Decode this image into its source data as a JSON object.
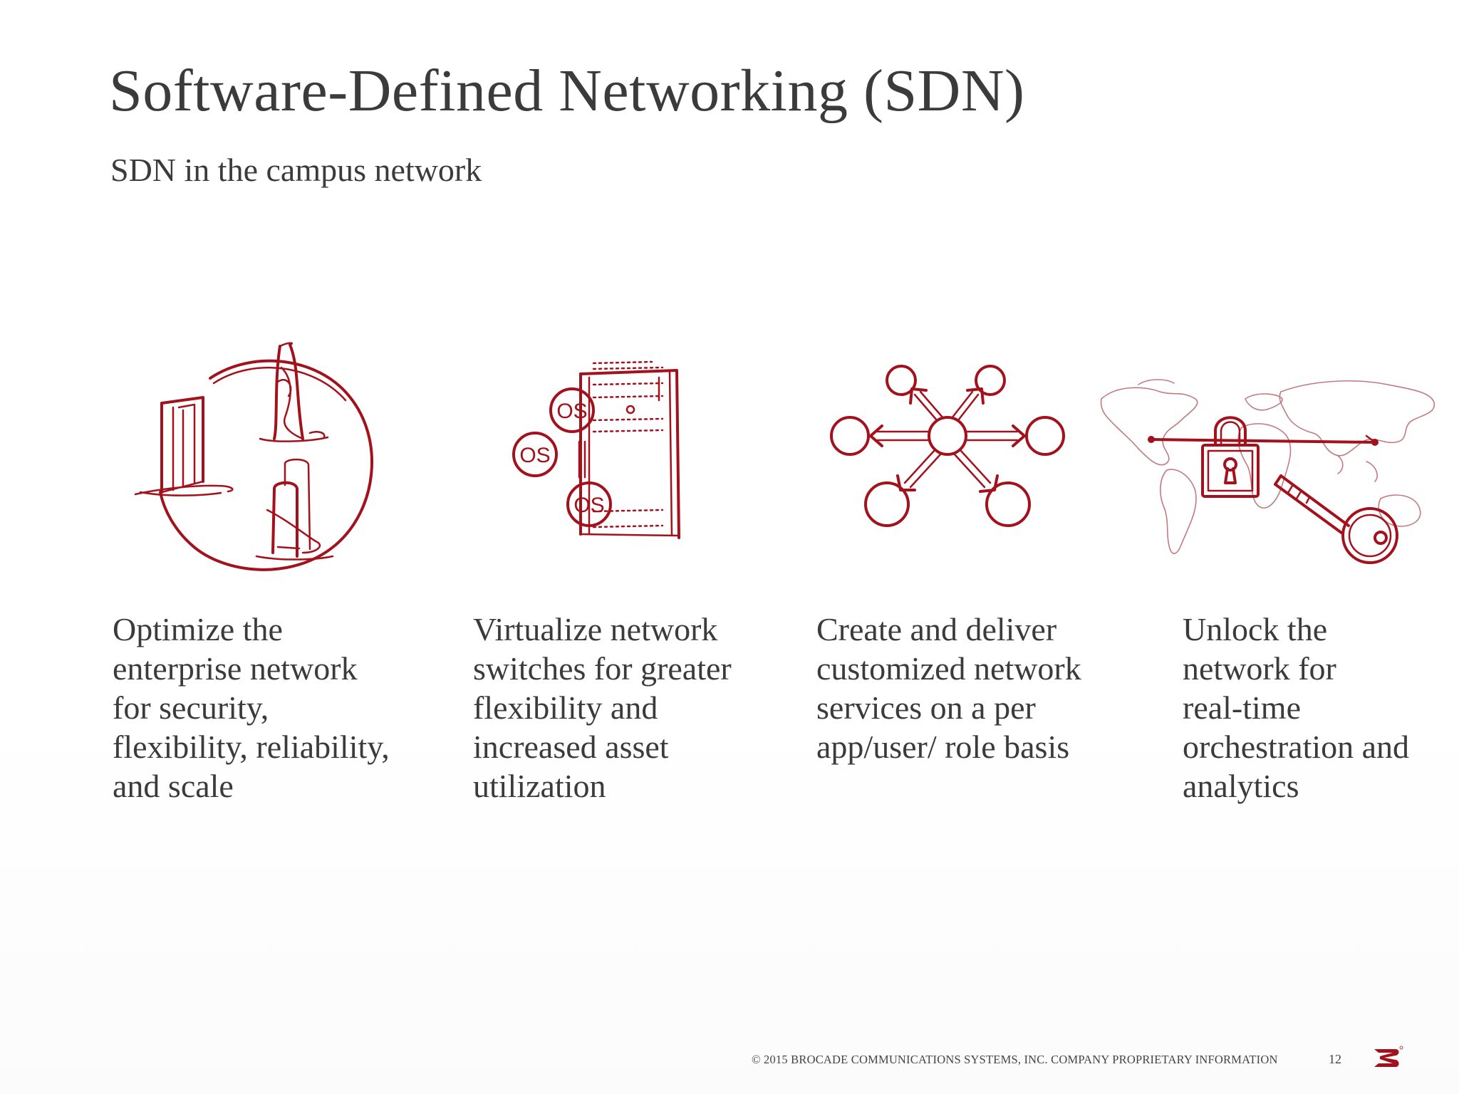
{
  "slide": {
    "title": "Software-Defined Networking (SDN)",
    "subtitle": "SDN in the campus network"
  },
  "columns": [
    {
      "icon": "campus-buildings-icon",
      "caption": "Optimize the\nenterprise network\nfor security,\nflexibility, reliability,\nand scale"
    },
    {
      "icon": "virtual-switch-os-icon",
      "caption": "Virtualize network\nswitches for  greater\nflexibility and\nincreased asset\nutilization",
      "os_labels": [
        "OS",
        "OS",
        "OS"
      ]
    },
    {
      "icon": "network-hub-icon",
      "caption": "Create and deliver\ncustomized network\nservices on a per\napp/user/ role basis"
    },
    {
      "icon": "world-map-lock-key-icon",
      "caption": "Unlock the\nnetwork for\nreal-time\norchestration and\nanalytics"
    }
  ],
  "footer": {
    "copyright": "© 2015 BROCADE COMMUNICATIONS SYSTEMS, INC. COMPANY PROPRIETARY INFORMATION",
    "page_number": "12",
    "logo": "brocade-logo-icon"
  },
  "colors": {
    "accent": "#a3121c",
    "text": "#3b3b3b"
  }
}
